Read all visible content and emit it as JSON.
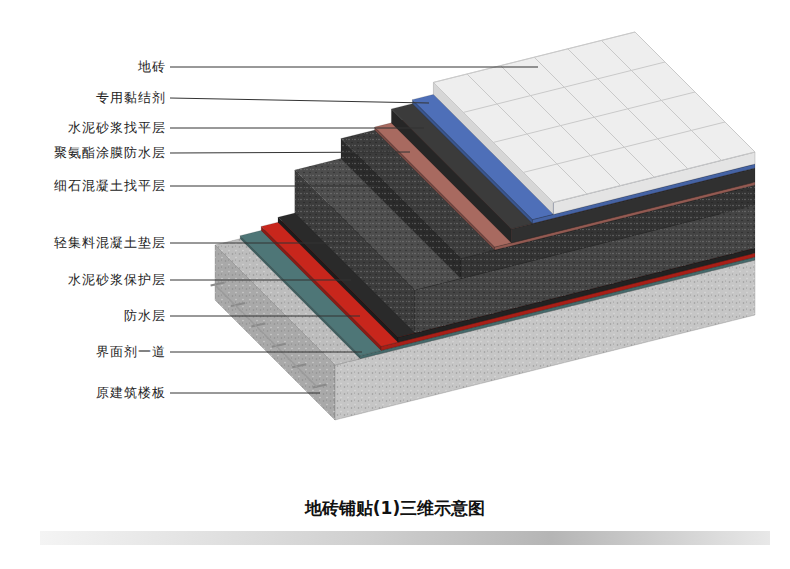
{
  "diagram": {
    "caption": "地砖铺贴(1)三维示意图",
    "labels": [
      "地砖",
      "专用黏结剂",
      "水泥砂浆找平层",
      "聚氨酯涂膜防水层",
      "细石混凝土找平层",
      "轻集料混凝土垫层",
      "水泥砂浆保护层",
      "防水层",
      "界面剂一道",
      "原建筑楼板"
    ]
  }
}
